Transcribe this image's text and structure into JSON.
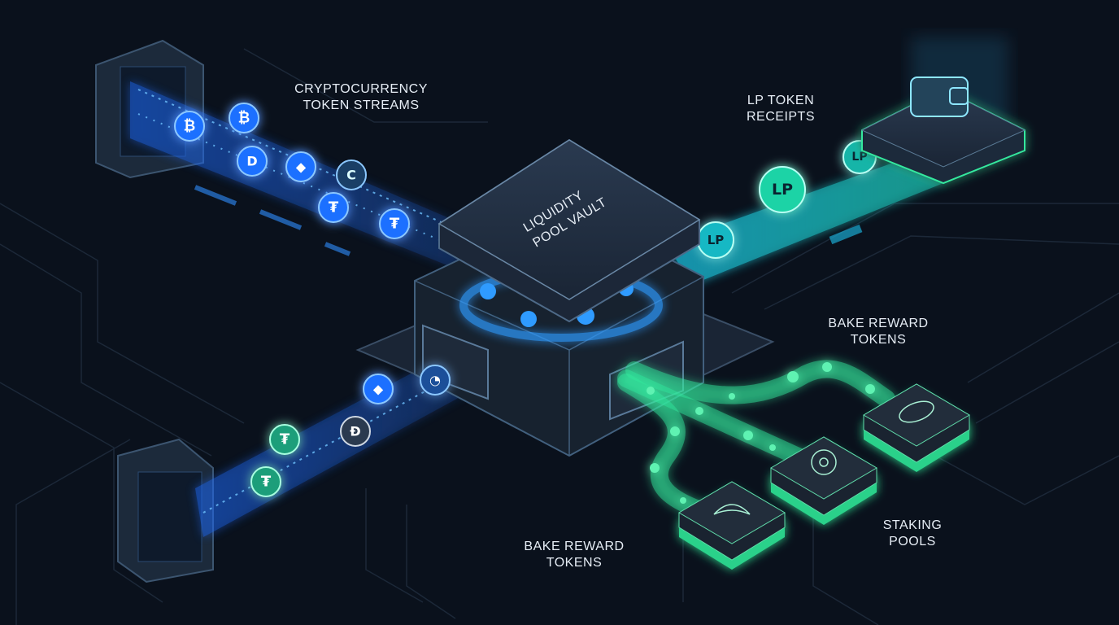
{
  "labels": {
    "token_streams": {
      "line1": "CRYPTOCURRENCY",
      "line2": "TOKEN STREAMS"
    },
    "lp_receipts": {
      "line1": "LP TOKEN",
      "line2": "RECEIPTS"
    },
    "bake_rewards_right": {
      "line1": "BAKE REWARD",
      "line2": "TOKENS"
    },
    "bake_rewards_bottom": {
      "line1": "BAKE REWARD",
      "line2": "TOKENS"
    },
    "staking_pools": {
      "line1": "STAKING",
      "line2": "POOLS"
    },
    "vault": {
      "line1": "LIQUIDITY",
      "line2": "POOL VAULT"
    }
  },
  "tokens_top": [
    {
      "name": "bitcoin",
      "symbol": "₿"
    },
    {
      "name": "bitcoin",
      "symbol": "₿"
    },
    {
      "name": "dash",
      "symbol": "D"
    },
    {
      "name": "ethereum",
      "symbol": "◆"
    },
    {
      "name": "coin",
      "symbol": "C"
    },
    {
      "name": "tether",
      "symbol": "₮"
    },
    {
      "name": "tether",
      "symbol": "₮"
    }
  ],
  "tokens_bottom": [
    {
      "name": "ethereum",
      "symbol": "◆"
    },
    {
      "name": "chart-coin",
      "symbol": "◔"
    },
    {
      "name": "tether",
      "symbol": "₮"
    },
    {
      "name": "dai",
      "symbol": "Đ"
    },
    {
      "name": "tether",
      "symbol": "₮"
    }
  ],
  "lp_tokens": [
    {
      "symbol": "LP"
    },
    {
      "symbol": "LP"
    },
    {
      "symbol": "LP"
    }
  ],
  "pools": [
    {
      "name": "croissant",
      "icon": "croissant-icon"
    },
    {
      "name": "donut",
      "icon": "donut-icon"
    },
    {
      "name": "bread",
      "icon": "bread-icon"
    }
  ],
  "colors": {
    "background": "#0a111c",
    "blue": "#1f7bff",
    "cyan": "#22d3ee",
    "green": "#34e89e",
    "panel": "#1e2a3a"
  }
}
